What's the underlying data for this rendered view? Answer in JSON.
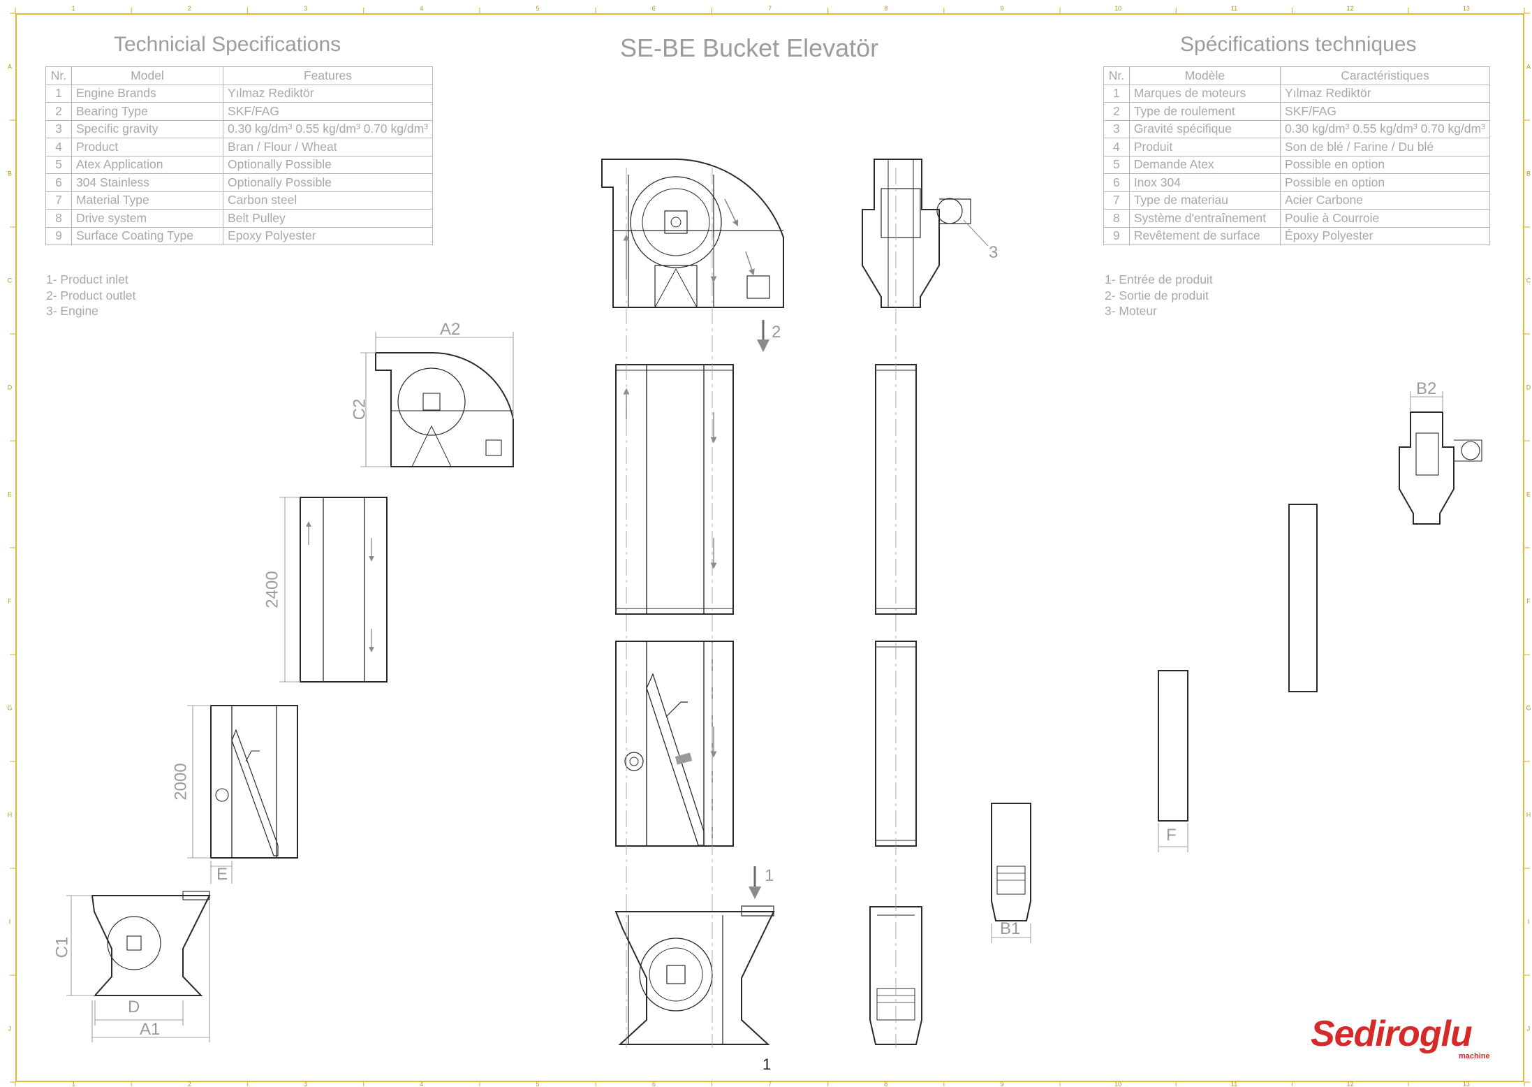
{
  "titles": {
    "left": "Technicial Specifications",
    "center": "SE-BE Bucket Elevatör",
    "right": "Spécifications techniques"
  },
  "spec_table_en": {
    "headers": [
      "Nr.",
      "Model",
      "Features"
    ],
    "rows": [
      {
        "nr": "1",
        "model": "Engine Brands",
        "feature": "Yılmaz Rediktör"
      },
      {
        "nr": "2",
        "model": "Bearing Type",
        "feature": "SKF/FAG"
      },
      {
        "nr": "3",
        "model": "Specific gravity",
        "feature": "0.30 kg/dm³  0.55 kg/dm³ 0.70 kg/dm³"
      },
      {
        "nr": "4",
        "model": "Product",
        "feature": "Bran / Flour / Wheat"
      },
      {
        "nr": "5",
        "model": "Atex Application",
        "feature": "Optionally Possible"
      },
      {
        "nr": "6",
        "model": "304 Stainless",
        "feature": "Optionally Possible"
      },
      {
        "nr": "7",
        "model": "Material Type",
        "feature": "Carbon steel"
      },
      {
        "nr": "8",
        "model": "Drive system",
        "feature": "Belt Pulley"
      },
      {
        "nr": "9",
        "model": "Surface Coating Type",
        "feature": "Epoxy Polyester"
      }
    ]
  },
  "spec_table_fr": {
    "headers": [
      "Nr.",
      "Modèle",
      "Caractéristiques"
    ],
    "rows": [
      {
        "nr": "1",
        "model": "Marques de moteurs",
        "feature": "Yılmaz Rediktör"
      },
      {
        "nr": "2",
        "model": "Type de roulement",
        "feature": "SKF/FAG"
      },
      {
        "nr": "3",
        "model": "Gravité spécifique",
        "feature": "0.30 kg/dm³  0.55 kg/dm³ 0.70 kg/dm³"
      },
      {
        "nr": "4",
        "model": "Produit",
        "feature": "Son de blé / Farine / Du blé"
      },
      {
        "nr": "5",
        "model": "Demande Atex",
        "feature": "Possible en option"
      },
      {
        "nr": "6",
        "model": "Inox 304",
        "feature": "Possible en option"
      },
      {
        "nr": "7",
        "model": "Type de materiau",
        "feature": "Acier Carbone"
      },
      {
        "nr": "8",
        "model": "Système d'entraînement",
        "feature": "Poulie à Courroie"
      },
      {
        "nr": "9",
        "model": "Revêtement de surface",
        "feature": "Époxy Polyester"
      }
    ]
  },
  "legend_en": [
    "1- Product inlet",
    "2- Product outlet",
    "3- Engine"
  ],
  "legend_fr": [
    "1- Entrée de produit",
    "2- Sortie de produit",
    "3- Moteur"
  ],
  "dimensions": {
    "a2": "A2",
    "c2": "C2",
    "h2400": "2400",
    "h2000": "2000",
    "e": "E",
    "c1": "C1",
    "d": "D",
    "a1": "A1",
    "b1": "B1",
    "b2": "B2",
    "f": "F"
  },
  "callouts": {
    "outlet": "2",
    "inlet": "1",
    "engine": "3"
  },
  "border_numbers": [
    "1",
    "2",
    "3",
    "4",
    "5",
    "6",
    "7",
    "8",
    "9",
    "10",
    "11",
    "12",
    "13"
  ],
  "border_letters": [
    "A",
    "B",
    "C",
    "D",
    "E",
    "F",
    "G",
    "H",
    "I",
    "J"
  ],
  "page_number": "1",
  "logo": {
    "name": "Sediroglu",
    "sub": "machine"
  },
  "colors": {
    "frame": "#e0b838",
    "line": "#2a2a2a",
    "text": "#a8a8a8",
    "brand": "#d42a2a"
  }
}
